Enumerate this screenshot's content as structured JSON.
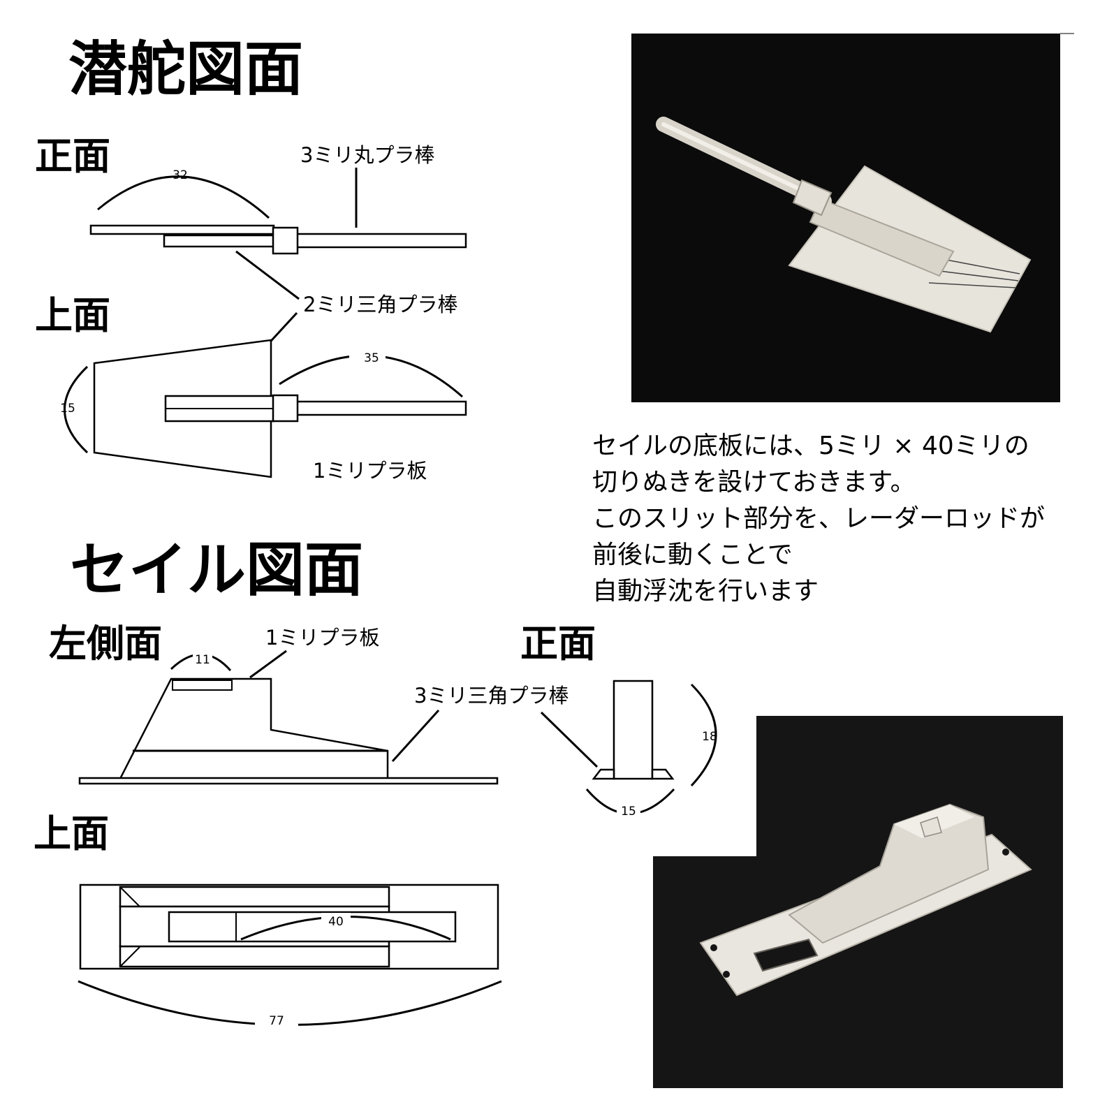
{
  "hydroplane": {
    "title": "潜舵図面",
    "front_label": "正面",
    "top_label": "上面",
    "rod_label": "3ミリ丸プラ棒",
    "triangle_label": "2ミリ三角プラ棒",
    "plate_label": "1ミリプラ板",
    "dim_front_width": "32",
    "dim_rod": "35",
    "dim_height": "15"
  },
  "sail": {
    "title": "セイル図面",
    "left_side_label": "左側面",
    "front_label": "正面",
    "top_label": "上面",
    "plate_label": "1ミリプラ板",
    "triangle_label": "3ミリ三角プラ棒",
    "dim_top_width": "11",
    "dim_height": "18",
    "dim_base": "15",
    "dim_slot": "40",
    "dim_length": "77"
  },
  "description": {
    "lines": [
      "セイルの底板には、5ミリ × 40ミリの",
      "切りぬきを設けておきます。",
      "このスリット部分を、レーダーロッドが",
      "前後に動くことで",
      "自動浮沈を行います"
    ]
  },
  "photos": {
    "hydroplane_photo": {
      "subject": "white plastic hydroplane part with round rod",
      "background": "#0b0b0b"
    },
    "sail_photo": {
      "subject": "white plastic sail part on base plate with slot",
      "background": "#151515"
    }
  }
}
